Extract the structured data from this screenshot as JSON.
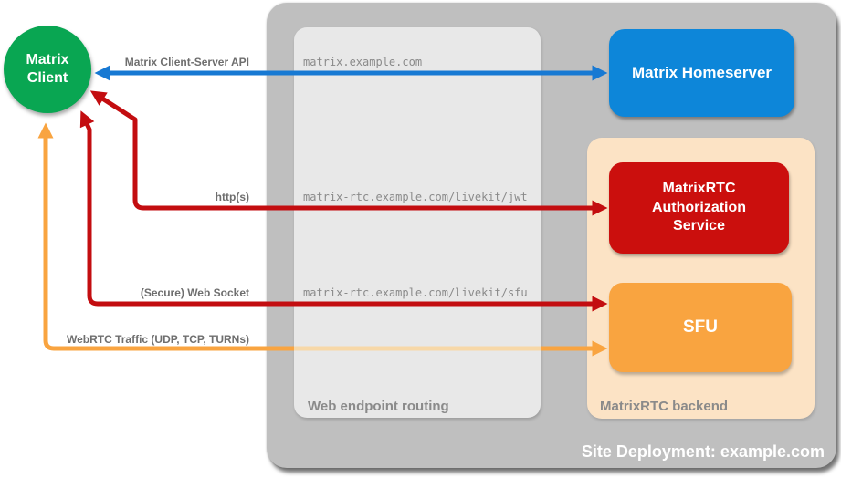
{
  "colors": {
    "blue": "#1779d3",
    "blue_box": "#0d86d9",
    "red": "#c30d10",
    "red_box": "#cb0f0d",
    "orange": "#f9a440",
    "orange_faded": "#f7d8a8",
    "green": "#09a652",
    "container_gray": "#bfbfbf",
    "routing_gray": "#e8e8e8",
    "backend_peach": "#fce3c5"
  },
  "client": {
    "label": "Matrix\nClient"
  },
  "container": {
    "caption": "Site Deployment: example.com"
  },
  "routing": {
    "caption": "Web endpoint routing",
    "endpoints": {
      "homeserver": "matrix.example.com",
      "jwt": "matrix-rtc.example.com/livekit/jwt",
      "sfu": "matrix-rtc.example.com/livekit/sfu"
    }
  },
  "backend": {
    "caption": "MatrixRTC backend",
    "auth_label": "MatrixRTC\nAuthorization\nService",
    "sfu_label": "SFU"
  },
  "homeserver": {
    "label": "Matrix Homeserver"
  },
  "arrow_labels": {
    "client_server_api": "Matrix Client-Server API",
    "https": "http(s)",
    "websocket": "(Secure) Web Socket",
    "webrtc": "WebRTC Traffic (UDP, TCP, TURNs)"
  }
}
